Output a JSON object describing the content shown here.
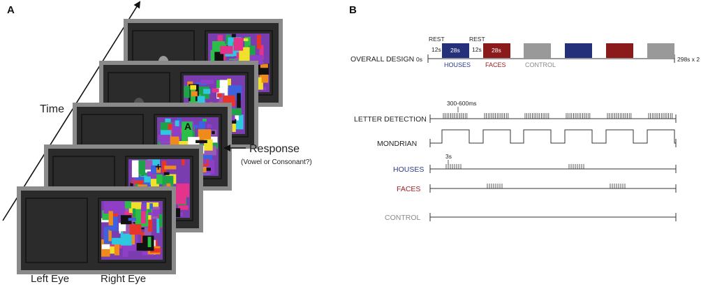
{
  "panel_a": {
    "label": "A",
    "time_label": "Time",
    "response_label": "Response",
    "response_sub": "(Vowel or Consonant?)",
    "left_eye_label": "Left Eye",
    "right_eye_label": "Right Eye",
    "stimulus_letter": "A",
    "fixation_symbol": "+",
    "colors": {
      "frame_border": "#8a8a8a",
      "screen_fill": "#2b2b2b",
      "mondrian_palette": [
        "#e4338b",
        "#8e3fc6",
        "#2ec7e0",
        "#3d62e0",
        "#f2e12b",
        "#2bbf4a",
        "#e8352a",
        "#f08a1c",
        "#ffffff",
        "#111111",
        "#9b59b6",
        "#1fa34a"
      ]
    }
  },
  "panel_b": {
    "label": "B",
    "overall_design_label": "OVERALL DESIGN",
    "rest_label": "REST",
    "rest_duration": "12s",
    "block_duration": "28s",
    "start_time": "0s",
    "end_time": "298s x 2",
    "block_names": {
      "houses": "HOUSES",
      "faces": "FACES",
      "control": "CONTROL"
    },
    "block_sequence": [
      "houses",
      "faces",
      "control",
      "houses",
      "faces",
      "control"
    ],
    "letter_detection_label": "LETTER DETECTION",
    "letter_interval_label": "300-600ms",
    "mondrian_label": "MONDRIAN",
    "houses_row_label": "HOUSES",
    "houses_interval_label": "3s",
    "faces_row_label": "FACES",
    "control_row_label": "CONTROL",
    "colors": {
      "houses": "#25307a",
      "faces": "#8b1a1a",
      "control": "#999999",
      "houses_text": "#2b3a8a",
      "faces_text": "#9b1c1c",
      "control_text": "#8a8a8a",
      "line": "#333333"
    }
  }
}
